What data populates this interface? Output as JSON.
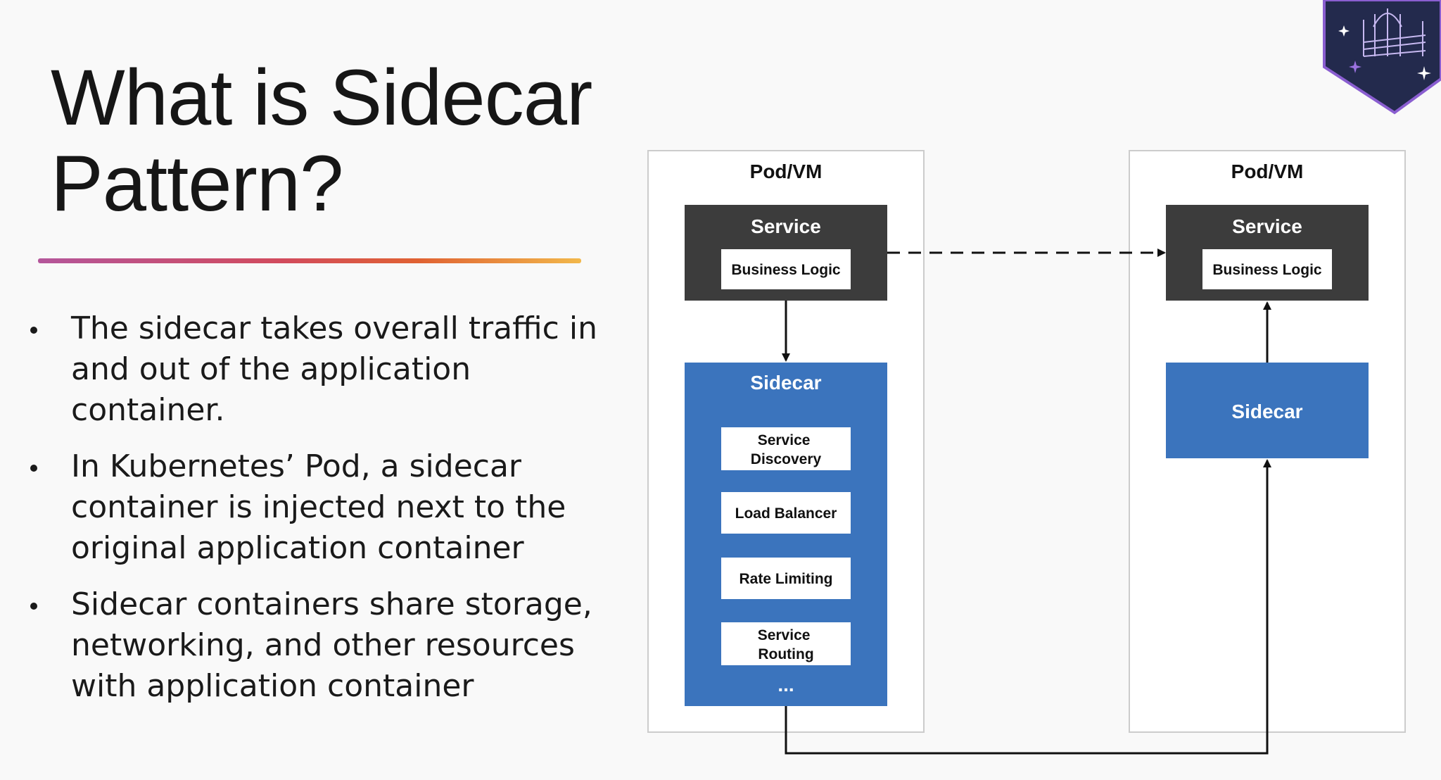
{
  "slide": {
    "title_line1": "What is Sidecar",
    "title_line2": "Pattern?",
    "bullets": [
      "The sidecar takes overall traffic in and out of the application container.",
      "In Kubernetes’ Pod, a sidecar container is injected next to the original application container",
      "Sidecar containers share storage, networking, and other resources with application container"
    ]
  },
  "diagram": {
    "left_pod": {
      "label": "Pod/VM",
      "service_label": "Service",
      "business_logic_label": "Business Logic",
      "sidecar_label": "Sidecar",
      "sidecar_components": [
        "Service Discovery",
        "Load Balancer",
        "Rate Limiting",
        "Service Routing"
      ],
      "more_label": "..."
    },
    "right_pod": {
      "label": "Pod/VM",
      "service_label": "Service",
      "business_logic_label": "Business Logic",
      "sidecar_label": "Sidecar"
    }
  },
  "colors": {
    "service_box": "#3c3c3c",
    "sidecar_box": "#3b74bd",
    "pod_border": "#cccccc",
    "badge_fill": "#232a4d",
    "badge_border": "#8a5ed0"
  },
  "icons": {
    "badge": "event-logo-icon"
  }
}
